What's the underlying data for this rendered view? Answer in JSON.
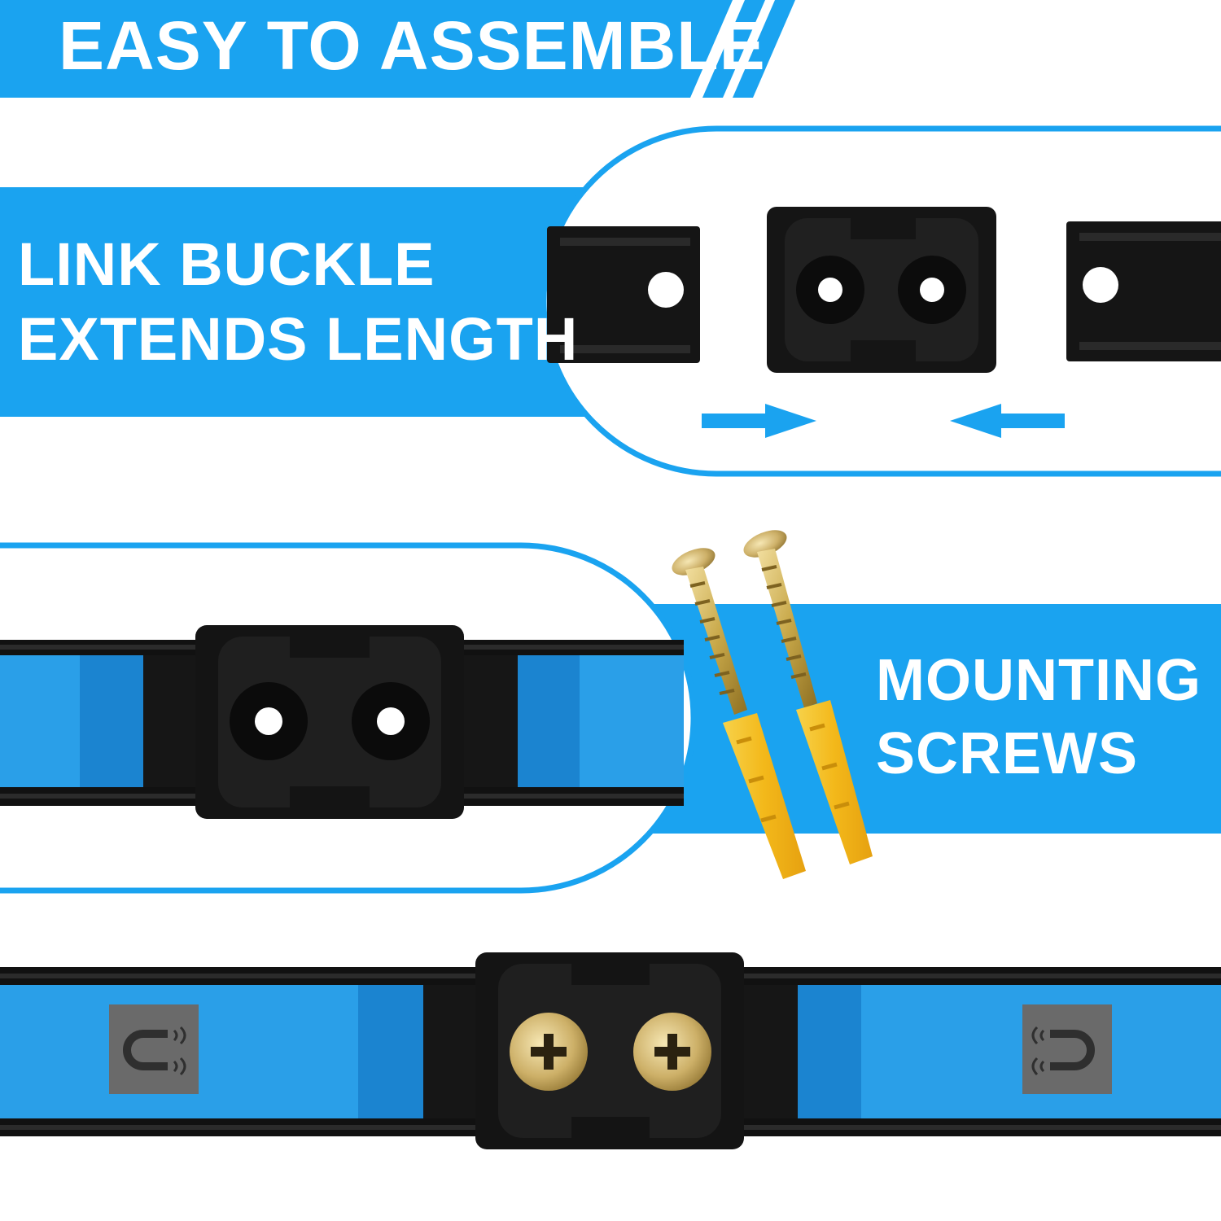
{
  "header": {
    "title": "EASY TO ASSEMBLE"
  },
  "link_buckle": {
    "line1": "LINK BUCKLE",
    "line2": "EXTENDS LENGTH"
  },
  "mounting": {
    "line1": "MOUNTING",
    "line2": "SCREWS"
  },
  "icons": [
    "magnet-icon",
    "magnet-icon",
    "arrow-right-icon",
    "arrow-left-icon",
    "screw-icon",
    "wall-anchor-icon"
  ],
  "colors": {
    "accent": "#1aa3f0",
    "bar_blue": "#2a9fe8",
    "rail_black": "#111111",
    "anchor_yellow": "#f3c21c",
    "screw_gold": "#c9a94a"
  }
}
